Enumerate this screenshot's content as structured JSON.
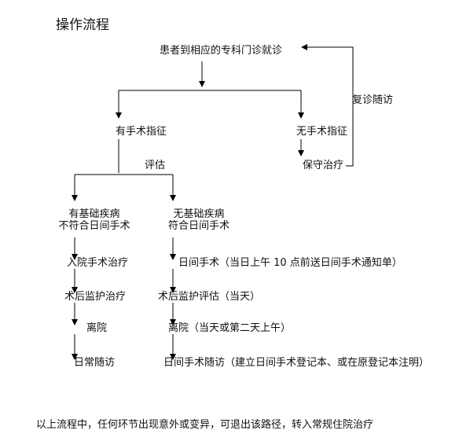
{
  "title": "操作流程",
  "nodes": {
    "visit": "患者到相应的专科门诊就诊",
    "surgery_indicated": "有手术指征",
    "no_surgery_indicated": "无手术指征",
    "conservative": "保守治疗",
    "follow_up": "复诊随访",
    "assess": "评估",
    "has_disease_line1": "有基础疾病",
    "has_disease_line2": "不符合日间手术",
    "no_disease_line1": "无基础疾病",
    "no_disease_line2": "符合日间手术",
    "left_steps": [
      "入院手术治疗",
      "术后监护治疗",
      "离院",
      "日常随访"
    ],
    "right_steps": [
      "日间手术（当日上午 10 点前送日间手术通知单）",
      "术后监护评估（当天）",
      "离院（当天或第二天上午）",
      "日间手术随访（建立日间手术登记本、或在原登记本注明）"
    ]
  },
  "footnote": "以上流程中，任何环节出现意外或变异，可退出该路径，转入常规住院治疗"
}
